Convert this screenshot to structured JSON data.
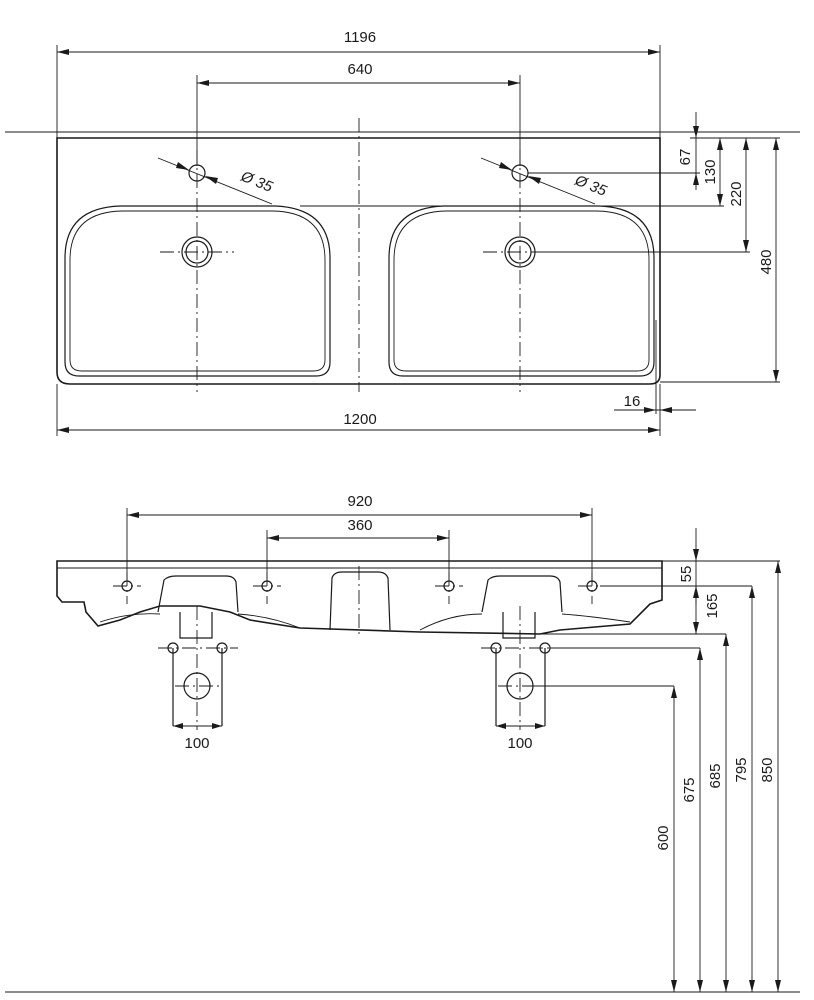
{
  "top_view": {
    "dims": {
      "overall_top": "1196",
      "tap_spacing": "640",
      "tap_hole_dia_left": "Ø 35",
      "tap_hole_dia_right": "Ø 35",
      "tap_to_edge": "67",
      "tap_to_bowl": "130",
      "tap_to_drain": "220",
      "depth": "480",
      "rim": "16",
      "overall_bottom": "1200"
    }
  },
  "front_view": {
    "dims": {
      "fixing_spacing": "920",
      "inner_fixing_spacing": "360",
      "waste_width_left": "100",
      "waste_width_right": "100",
      "rim_thickness": "55",
      "fixing_depth": "165",
      "h_600": "600",
      "h_675": "675",
      "h_685": "685",
      "h_795": "795",
      "h_850": "850"
    }
  }
}
